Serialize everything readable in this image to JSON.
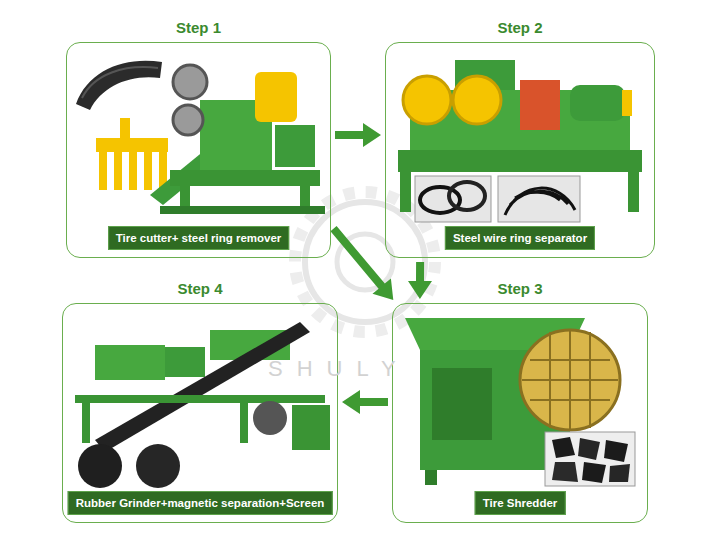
{
  "diagram": {
    "nodes": [
      {
        "text": [
          "Step 1"
        ]
      },
      {
        "text": [
          "Tire cutter+ steel ring remover"
        ],
        "in": 0
      },
      {
        "text": [
          "Step 2"
        ]
      },
      {
        "text": [
          "Steel wire ring separator"
        ],
        "in": 2
      },
      {
        "text": [
          "Step 3"
        ]
      },
      {
        "text": [
          "Tire Shredder"
        ],
        "in": 4
      },
      {
        "text": [
          "Step 4"
        ]
      },
      {
        "text": [
          "Rubber Grinder+magnetic separation+Screen"
        ],
        "in": 6
      }
    ],
    "edges": [
      {
        "from": 0,
        "to": 2,
        "arrow": "to"
      },
      {
        "from": 0,
        "to": 4,
        "arrow": "to"
      },
      {
        "from": 2,
        "to": 4,
        "arrow": "to"
      },
      {
        "from": 4,
        "to": 6,
        "arrow": "to"
      }
    ],
    "labels": [
      "SHULY"
    ]
  }
}
